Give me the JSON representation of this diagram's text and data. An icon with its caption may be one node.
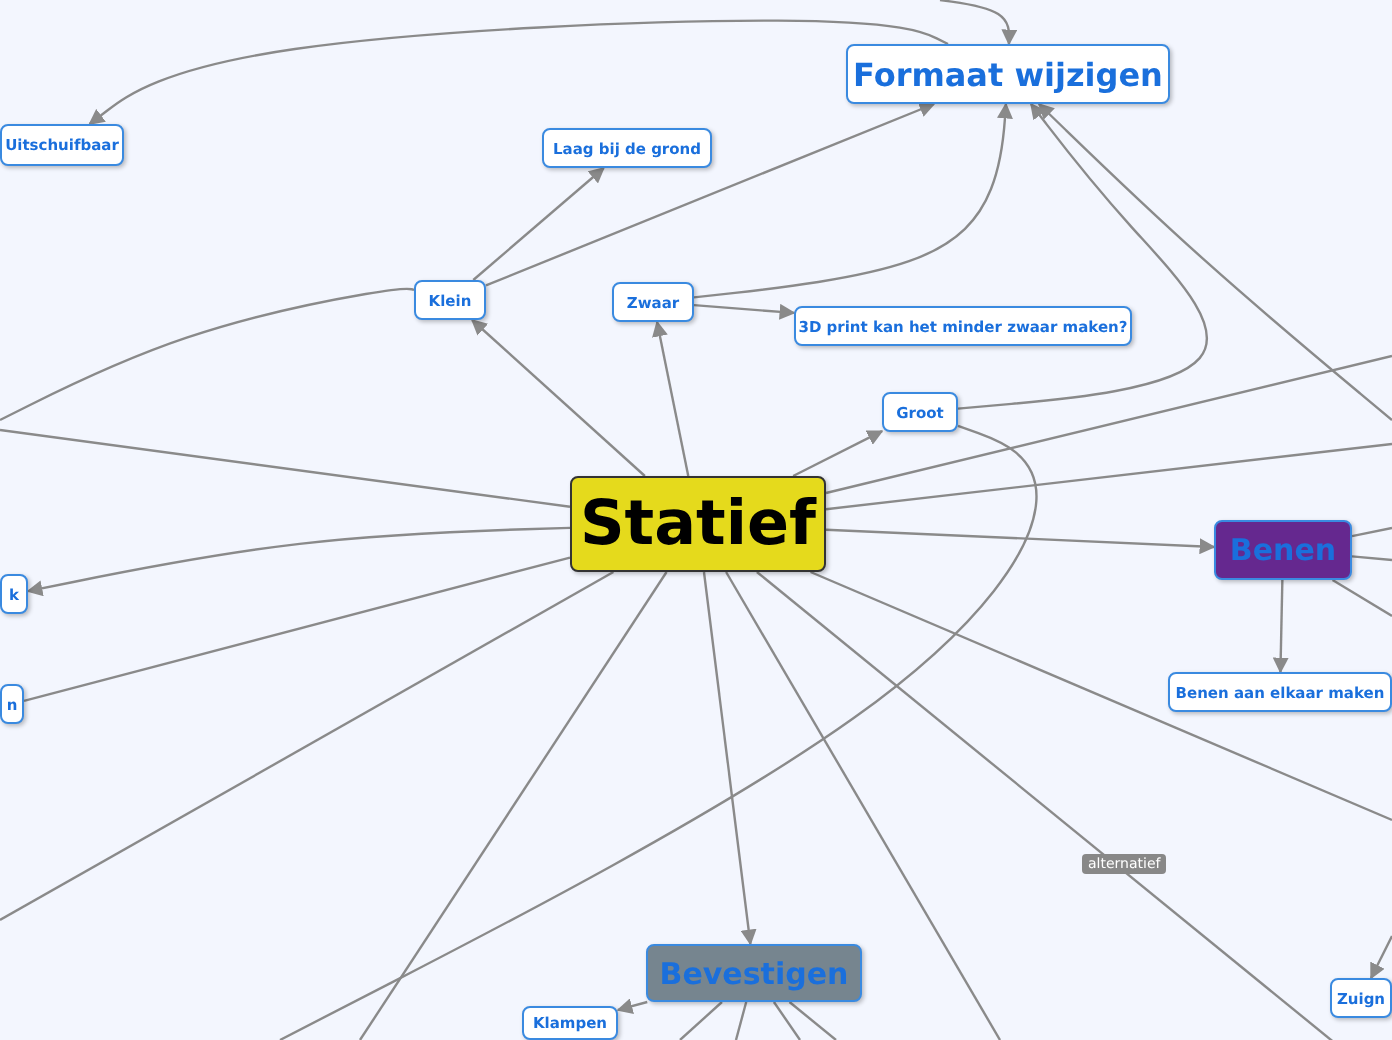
{
  "diagram": {
    "nodes": [
      {
        "text": [
          "Statief"
        ]
      },
      {
        "text": [
          "Formaat wijzigen"
        ]
      },
      {
        "text": [
          "Uitschuifbaar"
        ]
      },
      {
        "text": [
          "Laag bij de grond"
        ]
      },
      {
        "text": [
          "Klein"
        ]
      },
      {
        "text": [
          "Zwaar"
        ]
      },
      {
        "text": [
          "3D print kan het minder zwaar maken?"
        ]
      },
      {
        "text": [
          "Groot"
        ]
      },
      {
        "text": [
          "Benen"
        ]
      },
      {
        "text": [
          "k"
        ]
      },
      {
        "text": [
          "n"
        ]
      },
      {
        "text": [
          "Benen aan elkaar maken"
        ]
      },
      {
        "text": [
          "Bevestigen"
        ]
      },
      {
        "text": [
          "Klampen"
        ]
      },
      {
        "text": [
          "Zuign"
        ]
      }
    ],
    "edges": [
      {
        "from": 0,
        "to": 4,
        "arrow": "to"
      },
      {
        "from": 0,
        "to": 5,
        "arrow": "to"
      },
      {
        "from": 0,
        "to": 7,
        "arrow": "to"
      },
      {
        "from": 0,
        "to": 8,
        "arrow": "to"
      },
      {
        "from": 0,
        "to": 12,
        "arrow": "to"
      },
      {
        "from": 0,
        "to": 9,
        "arrow": "to"
      },
      {
        "from": 0,
        "to": 10,
        "arrow": "none"
      },
      {
        "from": 0,
        "to": null,
        "arrow": "none"
      },
      {
        "from": 0,
        "to": null,
        "arrow": "none"
      },
      {
        "from": 0,
        "to": null,
        "arrow": "none"
      },
      {
        "from": 0,
        "to": null,
        "arrow": "none"
      },
      {
        "from": 0,
        "to": null,
        "arrow": "none"
      },
      {
        "from": 0,
        "to": null,
        "arrow": "none"
      },
      {
        "from": 0,
        "to": null,
        "arrow": "none",
        "label": "alternatief"
      },
      {
        "from": 0,
        "to": null,
        "arrow": "none"
      },
      {
        "from": 4,
        "to": 3,
        "arrow": "to"
      },
      {
        "from": 4,
        "to": 1,
        "arrow": "to"
      },
      {
        "from": 4,
        "to": null,
        "arrow": "none"
      },
      {
        "from": 5,
        "to": 1,
        "arrow": "to"
      },
      {
        "from": 5,
        "to": 6,
        "arrow": "to"
      },
      {
        "from": 7,
        "to": 1,
        "arrow": "to"
      },
      {
        "from": 7,
        "to": null,
        "arrow": "none"
      },
      {
        "from": 1,
        "to": 2,
        "arrow": "to"
      },
      {
        "from": null,
        "to": 1,
        "arrow": "to"
      },
      {
        "from": null,
        "to": 1,
        "arrow": "to"
      },
      {
        "from": 8,
        "to": 11,
        "arrow": "to"
      },
      {
        "from": 8,
        "to": null,
        "arrow": "none"
      },
      {
        "from": 8,
        "to": null,
        "arrow": "none"
      },
      {
        "from": 8,
        "to": null,
        "arrow": "none"
      },
      {
        "from": 12,
        "to": 13,
        "arrow": "to"
      },
      {
        "from": 12,
        "to": null,
        "arrow": "none"
      },
      {
        "from": 12,
        "to": null,
        "arrow": "none"
      },
      {
        "from": 12,
        "to": null,
        "arrow": "none"
      },
      {
        "from": 12,
        "to": null,
        "arrow": "none"
      },
      {
        "from": null,
        "to": 14,
        "arrow": "to"
      }
    ]
  }
}
